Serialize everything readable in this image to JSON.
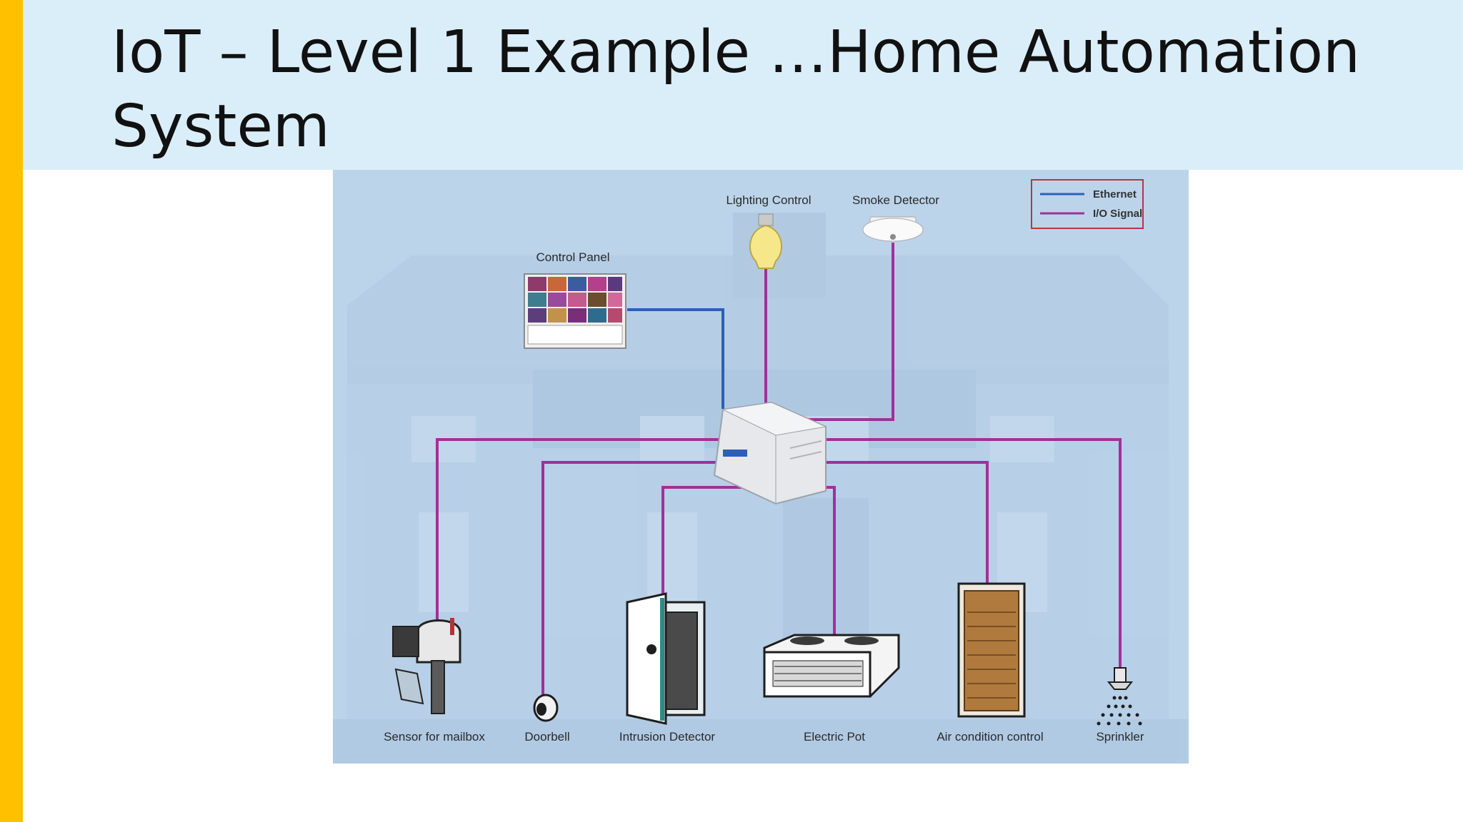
{
  "slide": {
    "title_line1": "IoT – Level 1 Example …Home Automation",
    "title_line2": "System"
  },
  "diagram": {
    "legend": {
      "ethernet": "Ethernet",
      "io_signal": "I/O Signal"
    },
    "labels": {
      "lighting_control": "Lighting Control",
      "smoke_detector": "Smoke Detector",
      "control_panel": "Control Panel",
      "sensor_for_mailbox": "Sensor for mailbox",
      "doorbell": "Doorbell",
      "intrusion_detector": "Intrusion Detector",
      "electric_pot": "Electric Pot",
      "air_condition_control": "Air condition control",
      "sprinkler": "Sprinkler"
    }
  },
  "colors": {
    "accent": "#FFC000",
    "title_band": "#DAEEF9",
    "diagram_bg": "#BCD4EA",
    "ethernet_line": "#2D5FB8",
    "io_signal_line": "#A0309A"
  }
}
